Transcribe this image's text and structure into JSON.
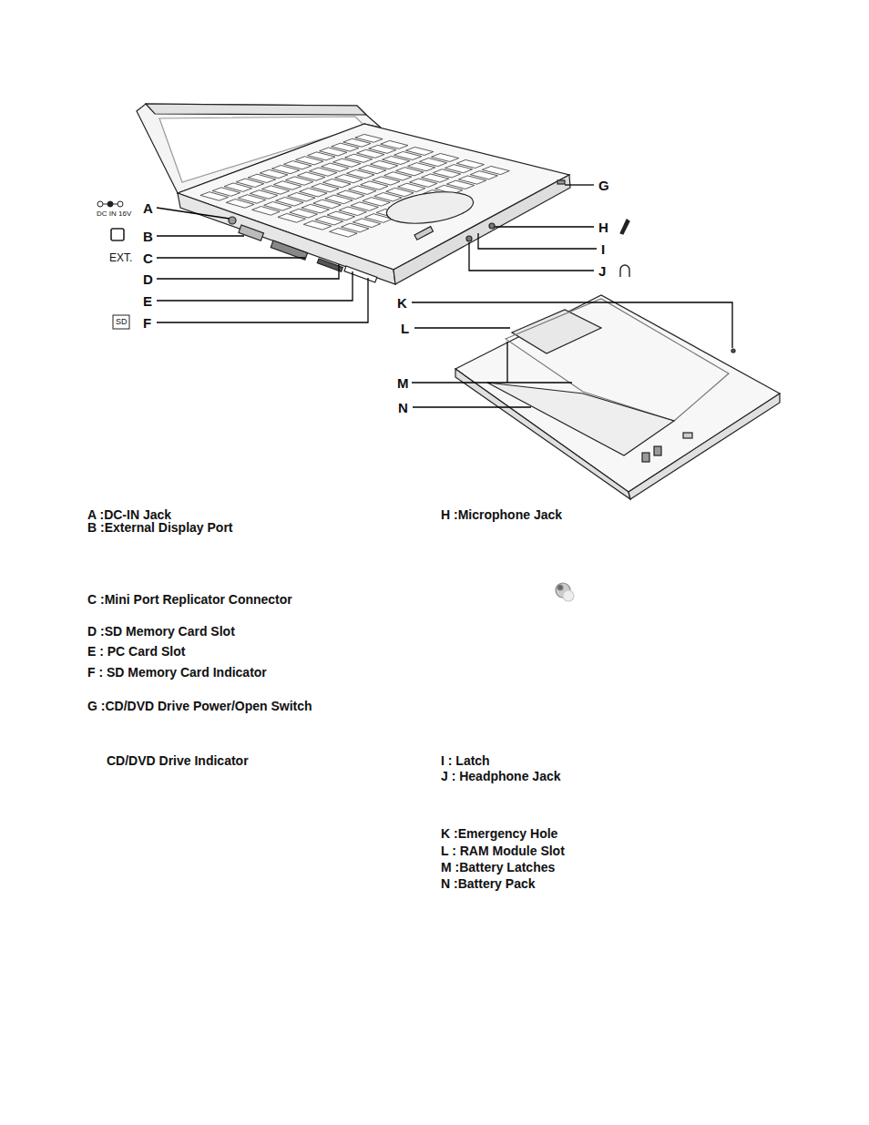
{
  "diagram": {
    "labels": [
      "DC IN 16V",
      "A",
      "B",
      "EXT.",
      "C",
      "D",
      "E",
      "SD",
      "F",
      "G",
      "H",
      "I",
      "J",
      "K",
      "L",
      "M",
      "N",
      "A :DC-IN Jack",
      "B :External Display Port",
      "C :Mini Port Replicator Connector",
      "D :SD Memory Card Slot",
      "E : PC Card Slot",
      "F : SD Memory Card Indicator",
      "G :CD/DVD Drive Power/Open Switch",
      "CD/DVD Drive Indicator",
      "H :Microphone Jack",
      "I : Latch",
      "J : Headphone Jack",
      "K :Emergency Hole",
      "L : RAM Module Slot",
      "M :Battery Latches",
      "N :Battery Pack"
    ]
  }
}
